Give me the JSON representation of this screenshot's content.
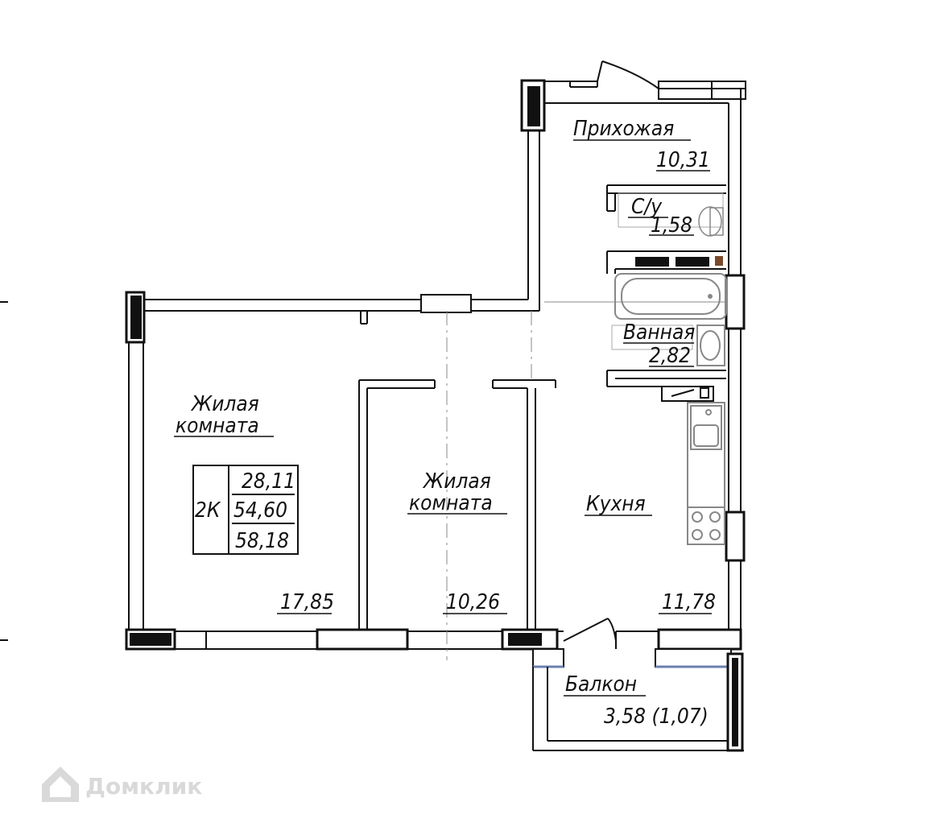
{
  "rooms": {
    "hall": {
      "name": "Прихожая",
      "area": "10,31"
    },
    "wc": {
      "name": "С/у",
      "area": "1,58"
    },
    "bath": {
      "name": "Ванная",
      "area": "2,82"
    },
    "living1": {
      "name_line1": "Жилая",
      "name_line2": "комната",
      "area": "17,85"
    },
    "living2": {
      "name_line1": "Жилая",
      "name_line2": "комната",
      "area": "10,26"
    },
    "kitchen": {
      "name": "Кухня",
      "area": "11,78"
    },
    "balcony": {
      "name": "Балкон",
      "area": "3,58 (1,07)"
    }
  },
  "summary": {
    "type": "2К",
    "living_area": "28,11",
    "total_area": "54,60",
    "total_with_balcony": "58,18"
  },
  "watermark": {
    "text": "Домклик"
  }
}
